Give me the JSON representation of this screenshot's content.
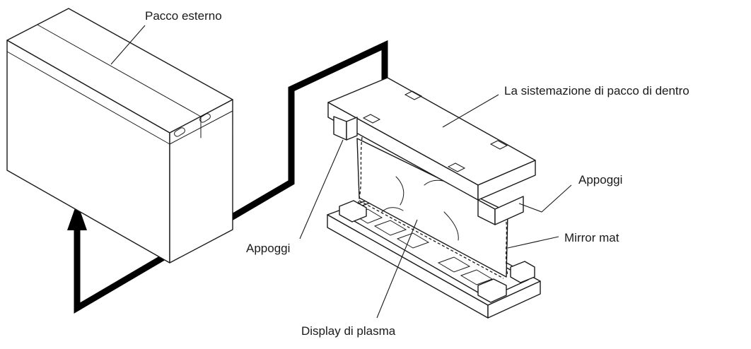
{
  "labels": {
    "outer_box": "Pacco esterno",
    "inner_packing": "La sistemazione di pacco di dentro",
    "supports_right": "Appoggi",
    "supports_left": "Appoggi",
    "mirror_mat": "Mirror mat",
    "plasma_display": "Display di plasma"
  },
  "colors": {
    "line": "#1a1a1a",
    "arrow": "#000000",
    "background": "#ffffff"
  }
}
